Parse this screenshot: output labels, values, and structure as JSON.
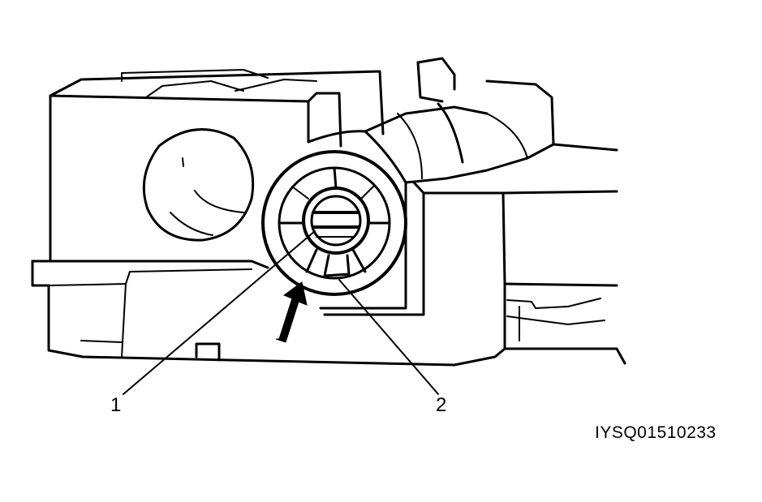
{
  "callouts": [
    {
      "label": "1"
    },
    {
      "label": "2"
    }
  ],
  "figure_code": "IYSQ01510233",
  "icons": {
    "arrow": "bold-arrow-icon"
  },
  "colors": {
    "ink": "#000000",
    "background": "#ffffff"
  }
}
